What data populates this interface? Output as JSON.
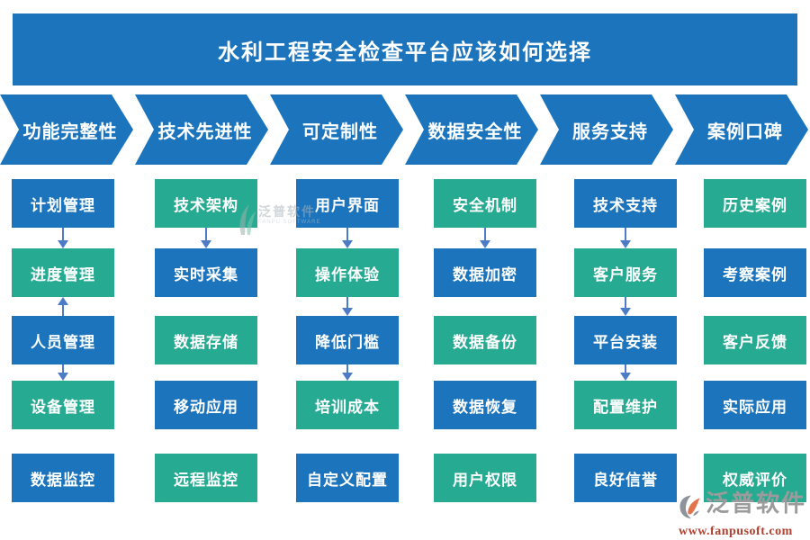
{
  "title": "水利工程安全检查平台应该如何选择",
  "colors": {
    "primary_blue": "#1B74BC",
    "teal_green": "#26AB92",
    "arrow_blue": "#4D7CC7",
    "banner_text": "#FFFFFF",
    "logo_grey": "#9B9B9B",
    "logo_orange": "#E2734D",
    "url_red": "#B2402F",
    "watermark_grey": "#A9B3BA"
  },
  "columns": [
    {
      "header": "功能完整性",
      "items": [
        {
          "label": "计划管理",
          "color": "blue",
          "arrow_after": "down"
        },
        {
          "label": "进度管理",
          "color": "green",
          "arrow_after": "up"
        },
        {
          "label": "人员管理",
          "color": "blue",
          "arrow_after": "down"
        },
        {
          "label": "设备管理",
          "color": "green",
          "arrow_after": "none"
        },
        {
          "label": "数据监控",
          "color": "blue",
          "arrow_after": "none"
        }
      ]
    },
    {
      "header": "技术先进性",
      "items": [
        {
          "label": "技术架构",
          "color": "green",
          "arrow_after": "down"
        },
        {
          "label": "实时采集",
          "color": "blue",
          "arrow_after": "none"
        },
        {
          "label": "数据存储",
          "color": "green",
          "arrow_after": "none"
        },
        {
          "label": "移动应用",
          "color": "blue",
          "arrow_after": "none"
        },
        {
          "label": "远程监控",
          "color": "green",
          "arrow_after": "none"
        }
      ]
    },
    {
      "header": "可定制性",
      "items": [
        {
          "label": "用户界面",
          "color": "blue",
          "arrow_after": "down"
        },
        {
          "label": "操作体验",
          "color": "green",
          "arrow_after": "down"
        },
        {
          "label": "降低门槛",
          "color": "blue",
          "arrow_after": "down"
        },
        {
          "label": "培训成本",
          "color": "green",
          "arrow_after": "none"
        },
        {
          "label": "自定义配置",
          "color": "blue",
          "arrow_after": "none"
        }
      ]
    },
    {
      "header": "数据安全性",
      "items": [
        {
          "label": "安全机制",
          "color": "green",
          "arrow_after": "down"
        },
        {
          "label": "数据加密",
          "color": "blue",
          "arrow_after": "none"
        },
        {
          "label": "数据备份",
          "color": "green",
          "arrow_after": "none"
        },
        {
          "label": "数据恢复",
          "color": "blue",
          "arrow_after": "none"
        },
        {
          "label": "用户权限",
          "color": "green",
          "arrow_after": "none"
        }
      ]
    },
    {
      "header": "服务支持",
      "items": [
        {
          "label": "技术支持",
          "color": "blue",
          "arrow_after": "down"
        },
        {
          "label": "客户服务",
          "color": "green",
          "arrow_after": "down"
        },
        {
          "label": "平台安装",
          "color": "blue",
          "arrow_after": "down"
        },
        {
          "label": "配置维护",
          "color": "green",
          "arrow_after": "none"
        },
        {
          "label": "良好信誉",
          "color": "blue",
          "arrow_after": "none"
        }
      ]
    },
    {
      "header": "案例口碑",
      "items": [
        {
          "label": "历史案例",
          "color": "green",
          "arrow_after": "none"
        },
        {
          "label": "考察案例",
          "color": "blue",
          "arrow_after": "none"
        },
        {
          "label": "客户反馈",
          "color": "green",
          "arrow_after": "none"
        },
        {
          "label": "实际应用",
          "color": "blue",
          "arrow_after": "none"
        },
        {
          "label": "权威评价",
          "color": "green",
          "arrow_after": "none"
        }
      ]
    }
  ],
  "center_watermark": {
    "name": "泛普软件",
    "subtitle": "FANPU SOFTWARE"
  },
  "footer_logo": {
    "name": "泛普软件",
    "url": "www.fanpusoft.com"
  }
}
